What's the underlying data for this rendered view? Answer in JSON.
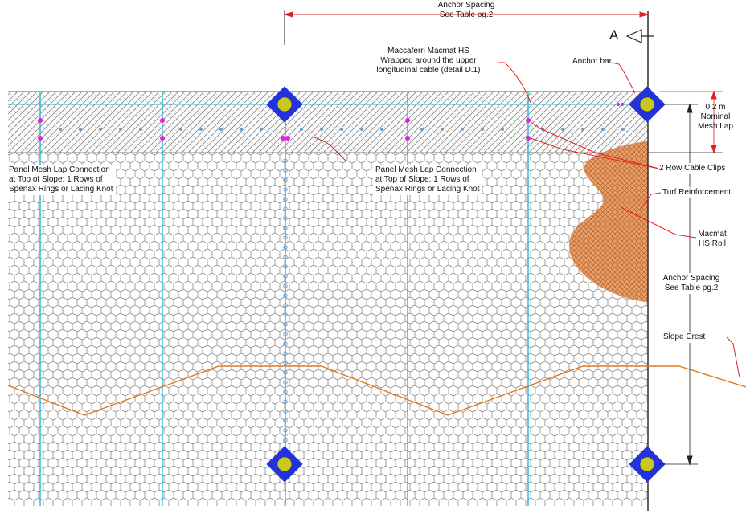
{
  "labels": {
    "anchor_spacing_top": [
      "Anchor Spacing",
      "See Table pg.2"
    ],
    "section_mark": "A",
    "macmat_wrap": [
      "Maccaferri Macmat HS",
      "Wrapped around the upper",
      "longitudinal cable (detail D.1)"
    ],
    "anchor_bar": "Anchor bar",
    "nominal_lap": [
      "0.2 m",
      "Nominal",
      "Mesh Lap"
    ],
    "panel_lap_left": [
      "Panel Mesh Lap Connection",
      "at Top of Slope: 1 Rows of",
      "Spenax Rings or Lacing Knot"
    ],
    "panel_lap_center": [
      "Panel Mesh Lap Connection",
      "at Top of Slope: 1 Rows of",
      "Spenax Rings or Lacing Knot"
    ],
    "cable_clips": "2 Row Cable Clips",
    "turf_reinforcement": "Turf Reinforcement",
    "macmat_roll": [
      "Macmat",
      "HS Roll"
    ],
    "anchor_spacing_side": [
      "Anchor Spacing",
      "See Table pg.2"
    ],
    "slope_crest": "Slope Crest"
  },
  "colors": {
    "cable": "#2bb3d6",
    "dim_line": "#e02020",
    "crest_line": "#e07a20",
    "anchor_plate": "#2233dd",
    "anchor_bolt": "#c8c81e",
    "clip": "#e020e0",
    "mesh": "#8a8a8a",
    "macmat": "#d98a4e",
    "ring": "#6aa0d0"
  },
  "icons": [
    "anchor-plate-icon",
    "section-arrow-icon"
  ]
}
